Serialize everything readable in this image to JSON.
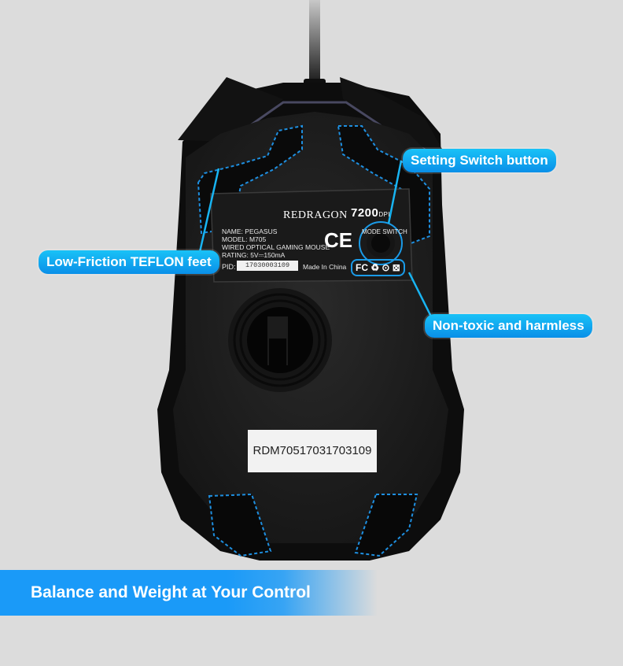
{
  "image": {
    "description": "Redragon M705 Pegasus gaming mouse, bottom view, with feature callouts",
    "background_color": "#dcdcdc",
    "accent_color": "#1a9af8"
  },
  "callouts": [
    {
      "id": "setting-switch",
      "label": "Setting Switch button"
    },
    {
      "id": "teflon-feet",
      "label": "Low-Friction TEFLON feet"
    },
    {
      "id": "non-toxic",
      "label": "Non-toxic and harmless"
    }
  ],
  "label_plate": {
    "brand": "REDRAGON",
    "dpi_value": "7200",
    "dpi_unit": "DPI",
    "name": "NAME: PEGASUS",
    "model": "MODEL: M705",
    "type": "WIRED OPTICAL GAMING MOUSE",
    "rating": "RATING: 5V⎓150mA",
    "ce_mark": "CE",
    "pid_label": "PID:",
    "pid_value": "17030003109",
    "made_in": "Made In China",
    "cert_marks": "FC ♻ ⊙ ⊠",
    "mode_switch_label": "MODE   SWITCH"
  },
  "serial_sticker": {
    "value": "RDM70517031703109"
  },
  "banner": {
    "title": "Balance and Weight at Your Control"
  }
}
